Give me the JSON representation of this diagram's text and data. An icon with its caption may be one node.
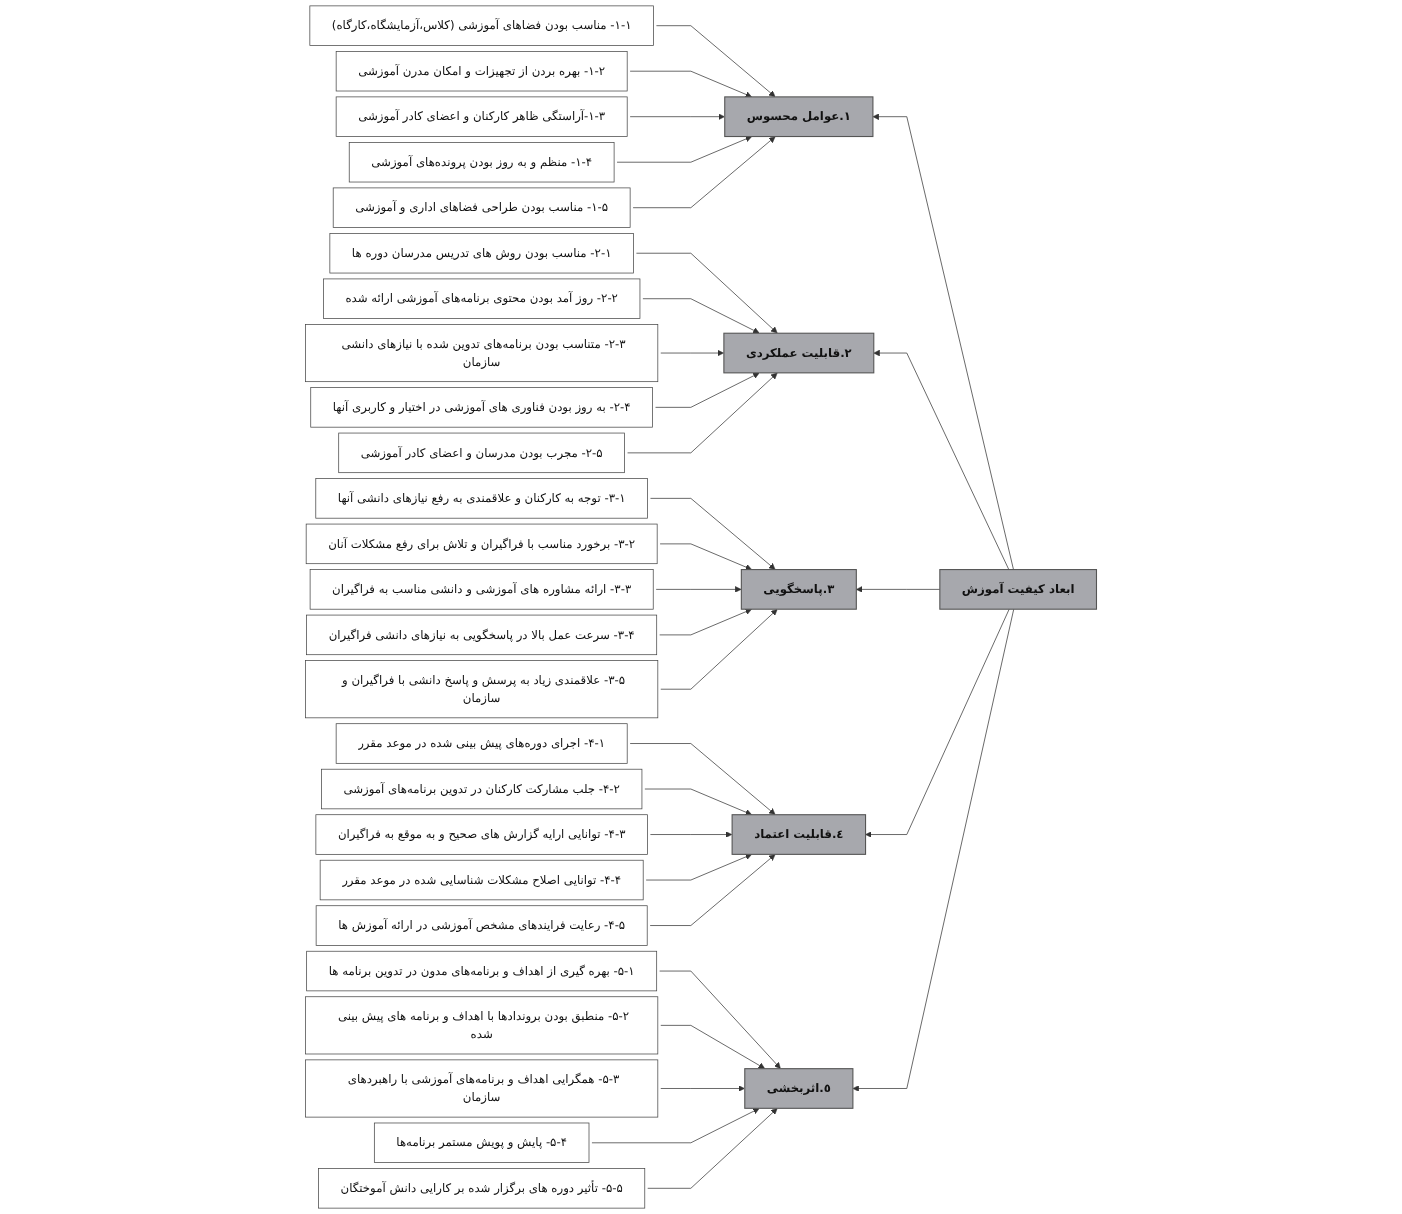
{
  "diagram": {
    "nodes": [
      {
        "text": [
          "ابعاد کیفیت آموزش"
        ]
      },
      {
        "text": [
          "۱.عوامل محسوس"
        ]
      },
      {
        "text": [
          "۱-۱- مناسب بودن فضاهای آموزشی (کلاس،آزمایشگاه،کارگاه)"
        ]
      },
      {
        "text": [
          "۱-۲- بهره بردن از تجهیزات و امکان مدرن آموزشی"
        ]
      },
      {
        "text": [
          "۱-۳-آراستگی ظاهر کارکنان و اعضای کادر آموزشی"
        ]
      },
      {
        "text": [
          "۱-۴- منظم و به روز بودن پرونده‌های آموزشی"
        ]
      },
      {
        "text": [
          "۱-۵- مناسب بودن طراحی فضاهای اداری و آموزشی"
        ]
      },
      {
        "text": [
          "۲.قابلیت عملکردی"
        ]
      },
      {
        "text": [
          "۲-۱- مناسب بودن روش های تدریس مدرسان دوره ها"
        ]
      },
      {
        "text": [
          "۲-۲- روز آمد بودن محتوی برنامه‌های آموزشی ارائه شده"
        ]
      },
      {
        "text": [
          "۲-۳- متناسب بودن برنامه‌های تدوین شده با نیازهای دانشی سازمان"
        ]
      },
      {
        "text": [
          "۲-۴- به روز بودن فناوری های آموزشی در اختیار و کاربری آنها"
        ]
      },
      {
        "text": [
          "۲-۵- مجرب بودن مدرسان و اعضای کادر آموزشی"
        ]
      },
      {
        "text": [
          "۳.پاسخگویی"
        ]
      },
      {
        "text": [
          "۳-۱- توجه به کارکنان و علاقمندی به رفع نیازهای دانشی آنها"
        ]
      },
      {
        "text": [
          "۳-۲- برخورد مناسب با فراگیران و تلاش برای رفع مشکلات آنان"
        ]
      },
      {
        "text": [
          "۳-۳- ارائه مشاوره های آموزشی و دانشی مناسب به فراگیران"
        ]
      },
      {
        "text": [
          "۳-۴- سرعت عمل بالا در پاسخگویی به نیازهای دانشی فراگیران"
        ]
      },
      {
        "text": [
          "۳-۵- علاقمندی زیاد به پرسش و پاسخ دانشی با فراگیران و سازمان"
        ]
      },
      {
        "text": [
          "٤.قابلیت اعتماد"
        ]
      },
      {
        "text": [
          "۴-۱- اجرای دوره‌های پیش بینی شده در موعد مقرر"
        ]
      },
      {
        "text": [
          "۴-۲- جلب مشارکت کارکنان در تدوین برنامه‌های آموزشی"
        ]
      },
      {
        "text": [
          "۴-۳- توانایی ارایه گزارش های صحیح و به موقع به فراگیران"
        ]
      },
      {
        "text": [
          "۴-۴- توانایی اصلاح مشکلات شناسایی شده در موعد مقرر"
        ]
      },
      {
        "text": [
          "۴-۵- رعایت فرایندهای مشخص آموزشی در ارائه آموزش ها"
        ]
      },
      {
        "text": [
          "٥.اثربخشی"
        ]
      },
      {
        "text": [
          "۵-۱- بهره گیری از اهداف و برنامه‌های مدون در تدوین برنامه ها"
        ]
      },
      {
        "text": [
          "۵-۲- منطبق بودن بروندادها با اهداف و برنامه های پیش بینی شده"
        ]
      },
      {
        "text": [
          "۵-۳- همگرایی اهداف و برنامه‌های آموزشی با راهبردهای سازمان"
        ]
      },
      {
        "text": [
          "۵-۴- پایش و پویش مستمر برنامه‌ها"
        ]
      },
      {
        "text": [
          "۵-۵- تأثیر دوره های برگزار شده بر کارایی دانش آموختگان"
        ]
      }
    ],
    "edges": [
      {
        "from": 0,
        "to": 1,
        "arrow": "to"
      },
      {
        "from": 0,
        "to": 7,
        "arrow": "to"
      },
      {
        "from": 0,
        "to": 13,
        "arrow": "to"
      },
      {
        "from": 0,
        "to": 19,
        "arrow": "to"
      },
      {
        "from": 0,
        "to": 25,
        "arrow": "to"
      },
      {
        "from": 2,
        "to": 1,
        "arrow": "to"
      },
      {
        "from": 3,
        "to": 1,
        "arrow": "to"
      },
      {
        "from": 4,
        "to": 1,
        "arrow": "to"
      },
      {
        "from": 5,
        "to": 1,
        "arrow": "to"
      },
      {
        "from": 6,
        "to": 1,
        "arrow": "to"
      },
      {
        "from": 8,
        "to": 7,
        "arrow": "to"
      },
      {
        "from": 9,
        "to": 7,
        "arrow": "to"
      },
      {
        "from": 10,
        "to": 7,
        "arrow": "to"
      },
      {
        "from": 11,
        "to": 7,
        "arrow": "to"
      },
      {
        "from": 12,
        "to": 7,
        "arrow": "to"
      },
      {
        "from": 14,
        "to": 13,
        "arrow": "to"
      },
      {
        "from": 15,
        "to": 13,
        "arrow": "to"
      },
      {
        "from": 16,
        "to": 13,
        "arrow": "to"
      },
      {
        "from": 17,
        "to": 13,
        "arrow": "to"
      },
      {
        "from": 18,
        "to": 13,
        "arrow": "to"
      },
      {
        "from": 20,
        "to": 19,
        "arrow": "to"
      },
      {
        "from": 21,
        "to": 19,
        "arrow": "to"
      },
      {
        "from": 22,
        "to": 19,
        "arrow": "to"
      },
      {
        "from": 23,
        "to": 19,
        "arrow": "to"
      },
      {
        "from": 24,
        "to": 19,
        "arrow": "to"
      },
      {
        "from": 26,
        "to": 25,
        "arrow": "to"
      },
      {
        "from": 27,
        "to": 25,
        "arrow": "to"
      },
      {
        "from": 28,
        "to": 25,
        "arrow": "to"
      },
      {
        "from": 29,
        "to": 25,
        "arrow": "to"
      },
      {
        "from": 30,
        "to": 25,
        "arrow": "to"
      }
    ]
  }
}
